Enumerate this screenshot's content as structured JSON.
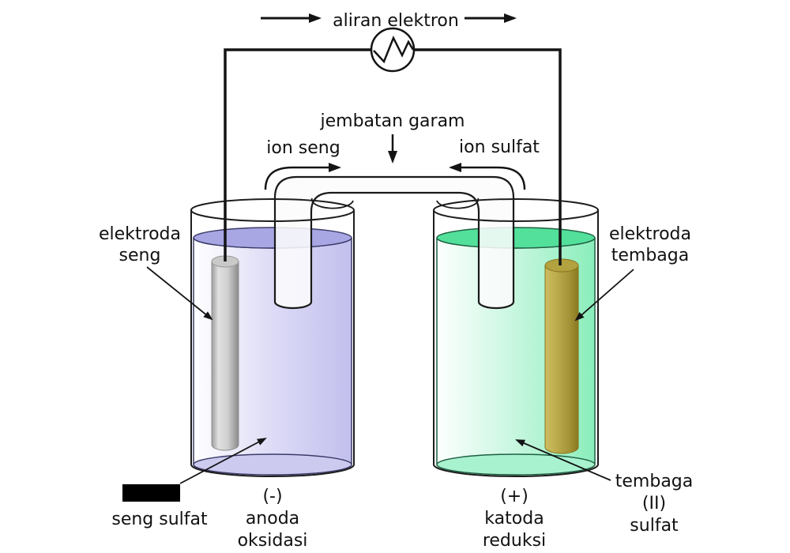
{
  "circuit": {
    "electron_flow_label": "aliran elektron"
  },
  "salt_bridge": {
    "label": "jembatan garam",
    "zinc_ion_label": "ion seng",
    "sulfate_ion_label": "ion sulfat"
  },
  "left_cell": {
    "electrode_label": [
      "elektroda",
      "seng"
    ],
    "solution_label": "seng sulfat",
    "terminal": [
      "(-)",
      "anoda",
      "oksidasi"
    ]
  },
  "right_cell": {
    "electrode_label": [
      "elektroda",
      "tembaga"
    ],
    "solution_label": [
      "tembaga",
      "(II)",
      "sulfat"
    ],
    "terminal": [
      "(+)",
      "katoda",
      "reduksi"
    ]
  },
  "colors": {
    "wire": "#141414",
    "text": "#111111",
    "left_solution_surface": "#a9a6e4",
    "left_solution_body": "#c6c3ee",
    "left_solution_bottom": "#cdcaf0",
    "left_outline": "#3b3b68",
    "right_solution_surface": "#52e09a",
    "right_solution_body": "#9af3c6",
    "right_solution_bottom": "#a9f2cf",
    "right_outline": "#1d5f42",
    "zinc_electrode": "#c9c9c9",
    "copper_electrode": "#b3a240",
    "swatch": "#000000",
    "salt_bridge_fill": "#fbfbfd"
  }
}
